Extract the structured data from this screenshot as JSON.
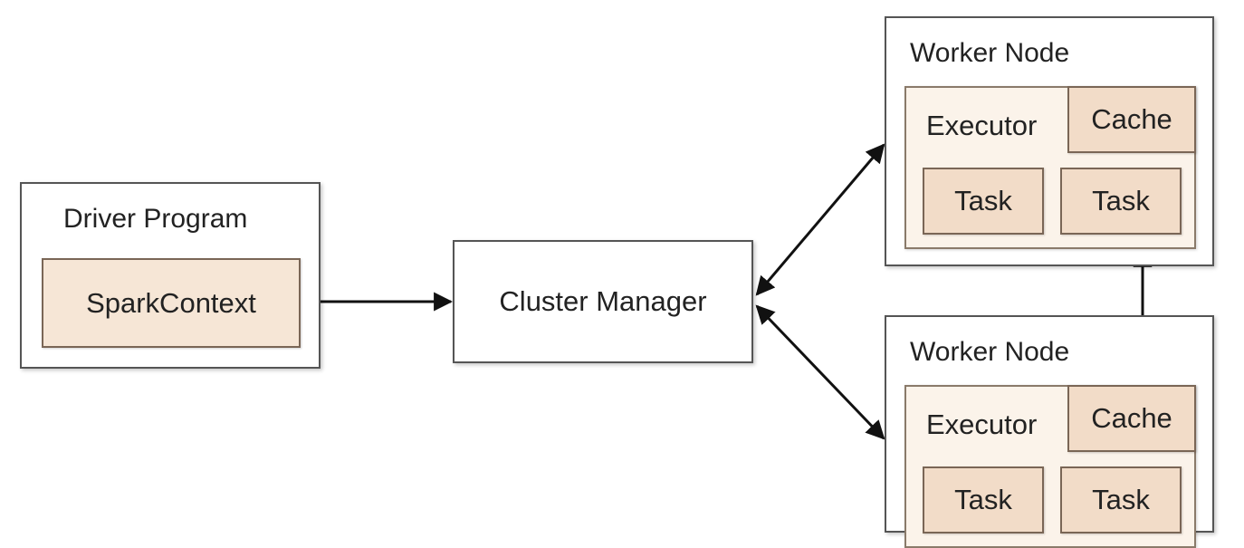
{
  "driver": {
    "title": "Driver Program",
    "context": "SparkContext"
  },
  "cluster_manager": {
    "label": "Cluster Manager"
  },
  "worker_nodes": [
    {
      "title": "Worker Node",
      "executor": "Executor",
      "cache": "Cache",
      "tasks": [
        "Task",
        "Task"
      ]
    },
    {
      "title": "Worker Node",
      "executor": "Executor",
      "cache": "Cache",
      "tasks": [
        "Task",
        "Task"
      ]
    }
  ],
  "colors": {
    "box_border": "#555555",
    "inner_fill": "#fbf3ea",
    "tan_fill": "#f2dcc8",
    "arrow": "#111111"
  }
}
